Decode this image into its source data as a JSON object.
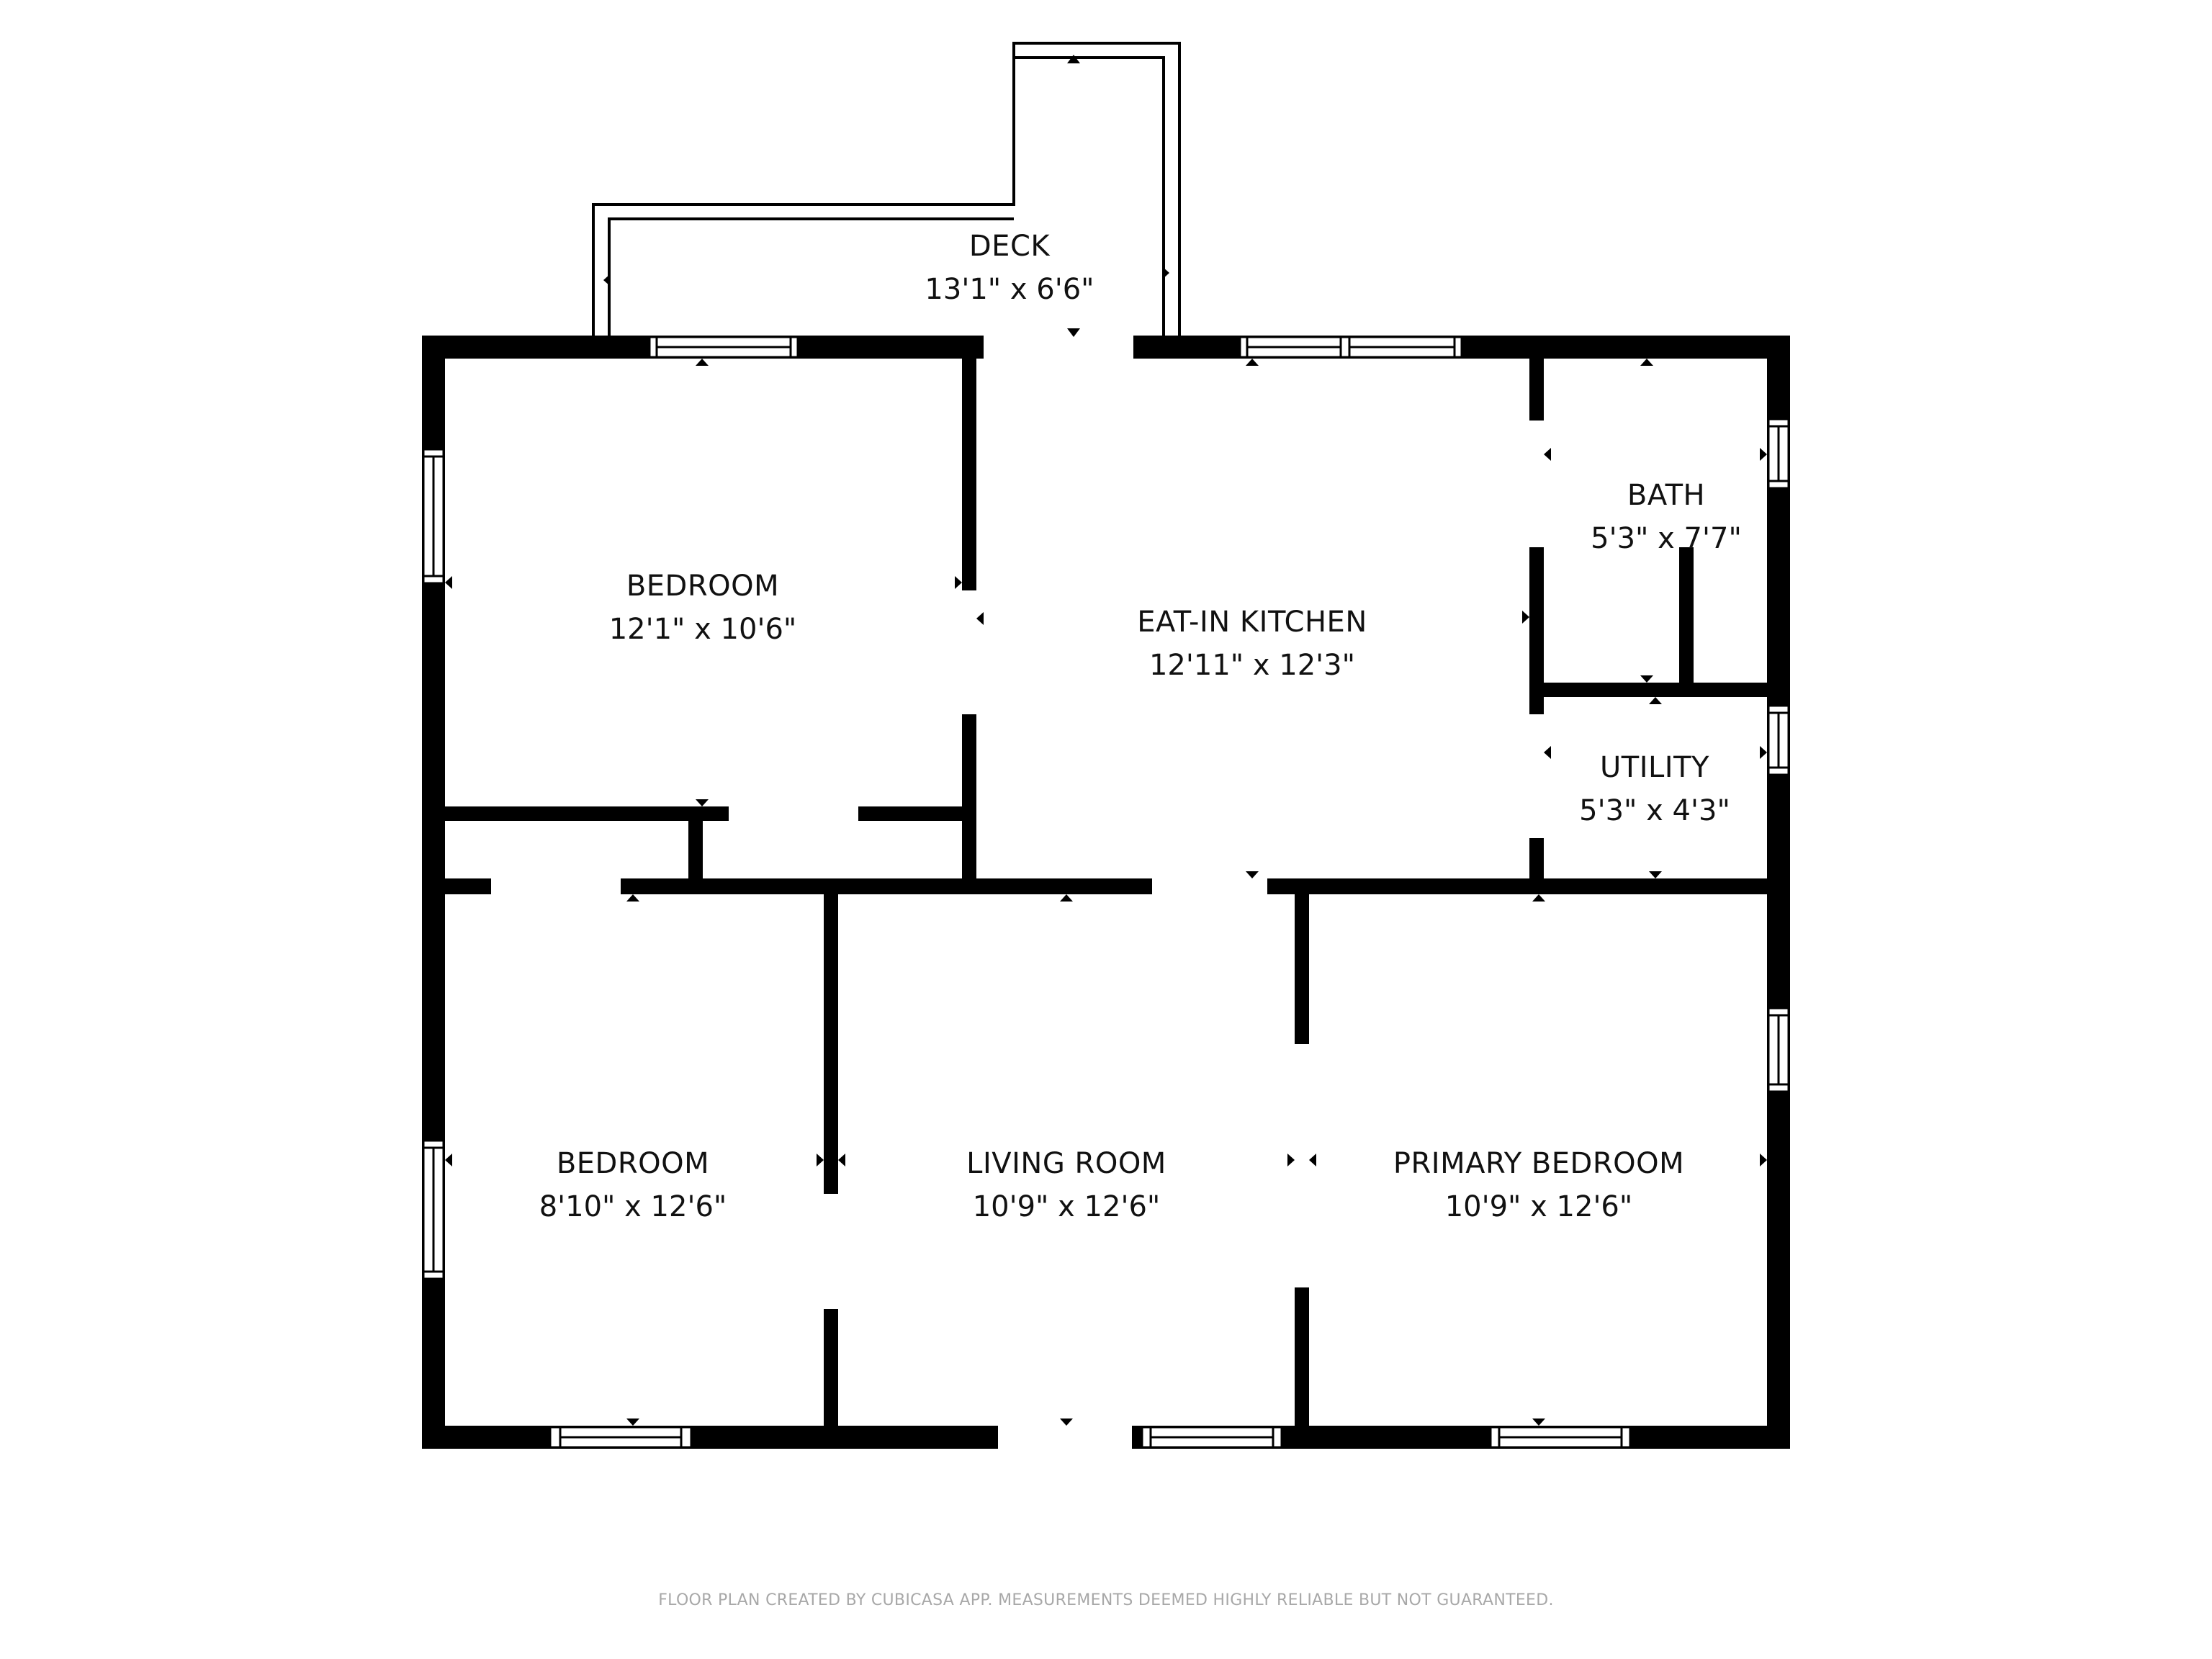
{
  "floor_plan": {
    "rooms": [
      {
        "id": "deck",
        "name": "DECK",
        "dims": "13'1\" x 6'6\""
      },
      {
        "id": "bedroom-1",
        "name": "BEDROOM",
        "dims": "12'1\" x 10'6\""
      },
      {
        "id": "kitchen",
        "name": "EAT-IN KITCHEN",
        "dims": "12'11\" x 12'3\""
      },
      {
        "id": "bath",
        "name": "BATH",
        "dims": "5'3\" x 7'7\""
      },
      {
        "id": "utility",
        "name": "UTILITY",
        "dims": "5'3\" x 4'3\""
      },
      {
        "id": "bedroom-2",
        "name": "BEDROOM",
        "dims": "8'10\" x 12'6\""
      },
      {
        "id": "living-room",
        "name": "LIVING ROOM",
        "dims": "10'9\" x 12'6\""
      },
      {
        "id": "primary-bedroom",
        "name": "PRIMARY BEDROOM",
        "dims": "10'9\" x 12'6\""
      }
    ],
    "colors": {
      "wall": "#000000",
      "background": "#ffffff",
      "label": "#111111",
      "footer": "#a8a8a8"
    }
  },
  "footer": {
    "disclaimer": "FLOOR PLAN CREATED BY CUBICASA APP. MEASUREMENTS DEEMED HIGHLY RELIABLE BUT NOT GUARANTEED."
  }
}
